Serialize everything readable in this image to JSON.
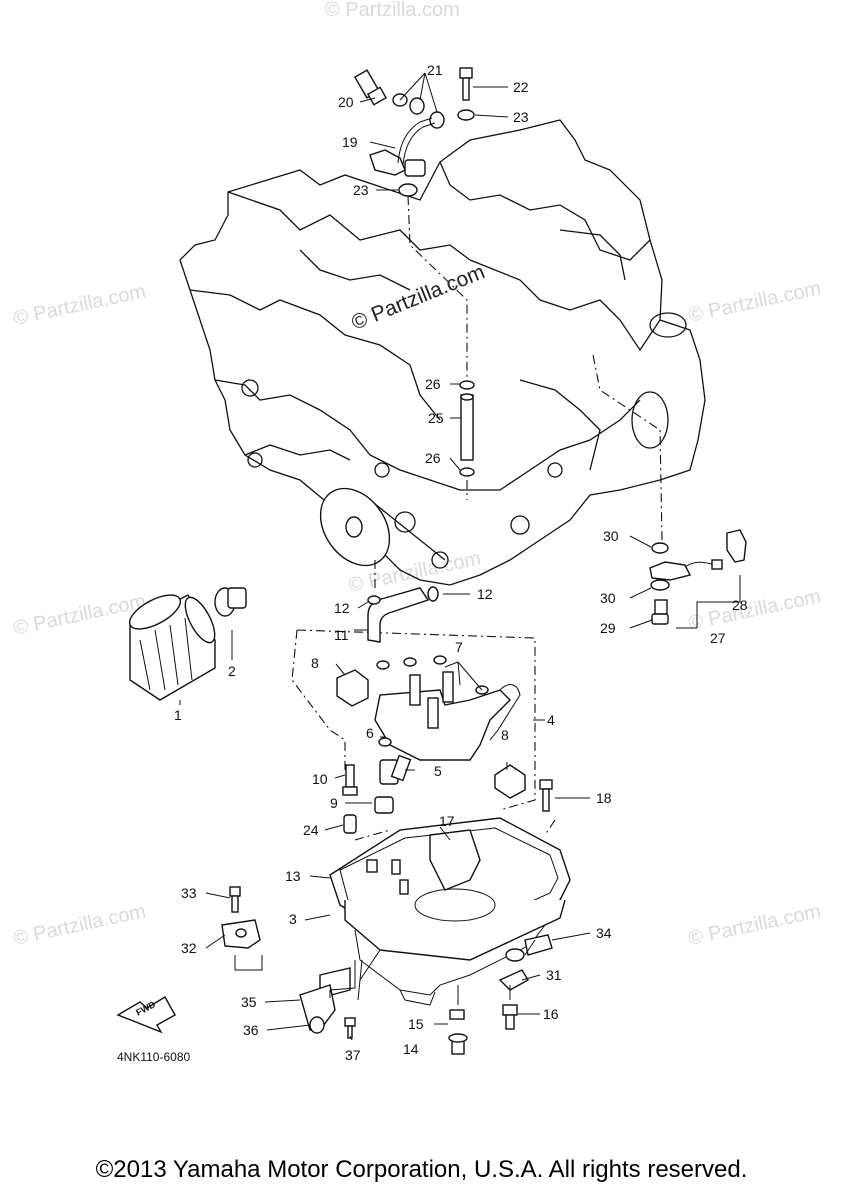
{
  "diagram": {
    "watermark_main": "© Partzilla.com",
    "watermark_faint": "© Partzilla.com",
    "drawing_code": "4NK110-6080",
    "fwd_label": "FWD",
    "callouts": [
      "1",
      "2",
      "3",
      "4",
      "5",
      "6",
      "7",
      "8",
      "8",
      "9",
      "10",
      "11",
      "12",
      "12",
      "13",
      "14",
      "15",
      "16",
      "17",
      "18",
      "19",
      "20",
      "21",
      "22",
      "23",
      "23",
      "24",
      "25",
      "26",
      "26",
      "27",
      "28",
      "29",
      "30",
      "30",
      "31",
      "32",
      "33",
      "34",
      "35",
      "36",
      "37"
    ]
  },
  "footer": {
    "copyright": "©2013 Yamaha Motor Corporation, U.S.A. All rights reserved."
  }
}
